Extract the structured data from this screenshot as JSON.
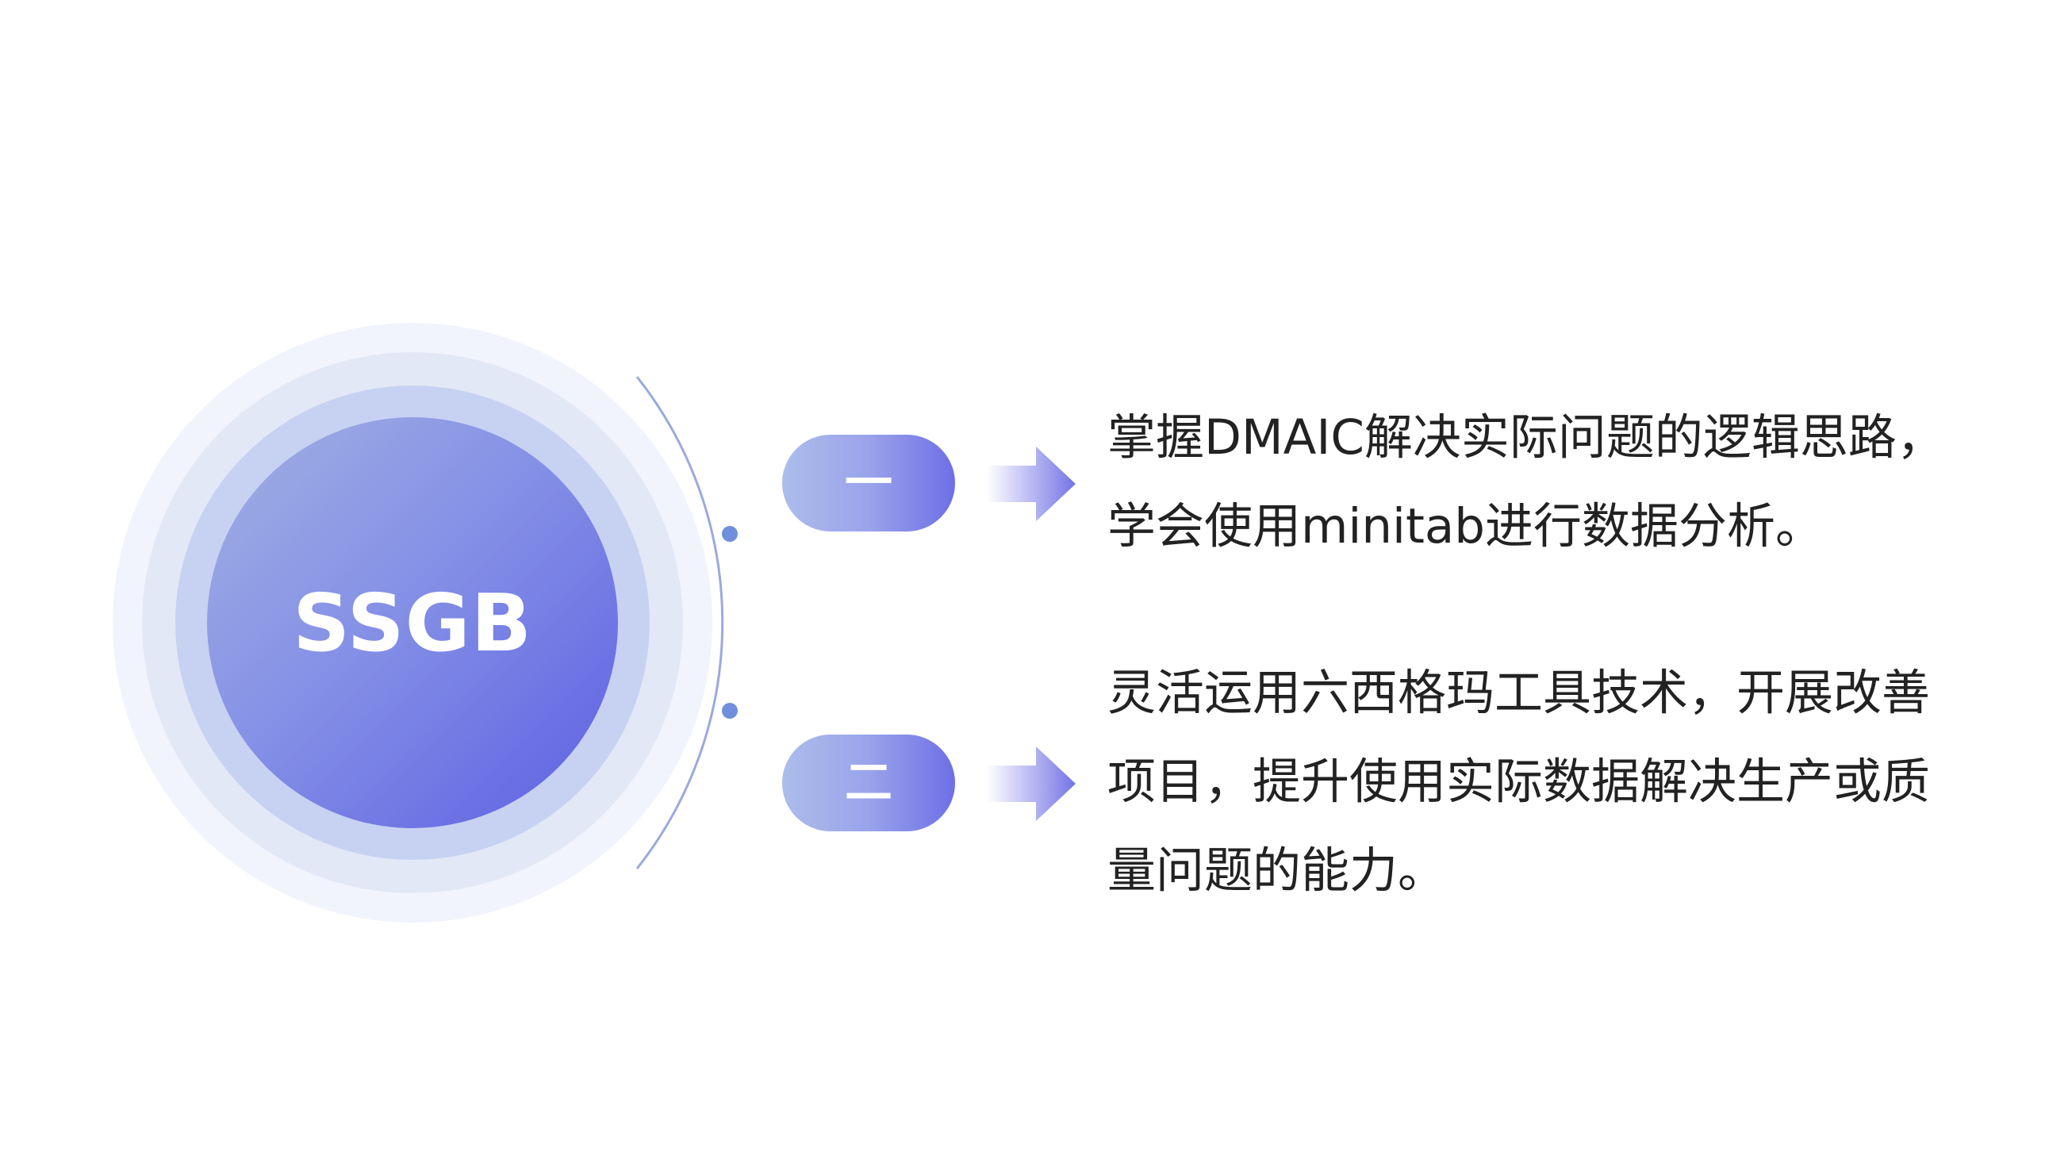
{
  "center": {
    "label": "SSGB"
  },
  "items": [
    {
      "badge": "一",
      "text": "掌握DMAIC解决实际问题的逻辑思路，学会使用minitab进行数据分析。"
    },
    {
      "badge": "二",
      "text": "灵活运用六西格玛工具技术，开展改善项目，提升使用实际数据解决生产或质量问题的能力。"
    }
  ],
  "colors": {
    "accent": "#5d5fe2",
    "arc": "#9aaadc",
    "dot": "#6f8fdc",
    "text": "#222222"
  }
}
